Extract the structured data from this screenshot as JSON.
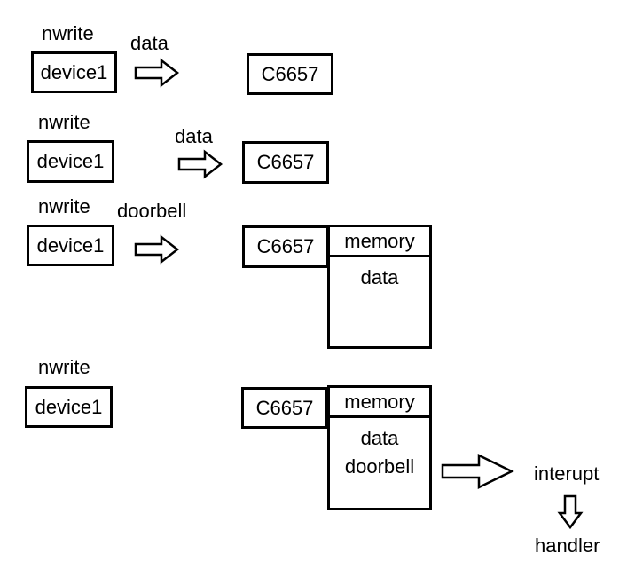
{
  "row1": {
    "nwrite": "nwrite",
    "device": "device1",
    "arrow_label": "data",
    "target": "C6657"
  },
  "row2": {
    "nwrite": "nwrite",
    "device": "device1",
    "arrow_label": "data",
    "target": "C6657"
  },
  "row3": {
    "nwrite": "nwrite",
    "device": "device1",
    "arrow_label": "doorbell",
    "target": "C6657",
    "memory_title": "memory",
    "memory_items": [
      "data"
    ]
  },
  "row4": {
    "nwrite": "nwrite",
    "device": "device1",
    "target": "C6657",
    "memory_title": "memory",
    "memory_items": [
      "data",
      "doorbell"
    ],
    "interrupt": "interupt",
    "handler": "handler"
  }
}
